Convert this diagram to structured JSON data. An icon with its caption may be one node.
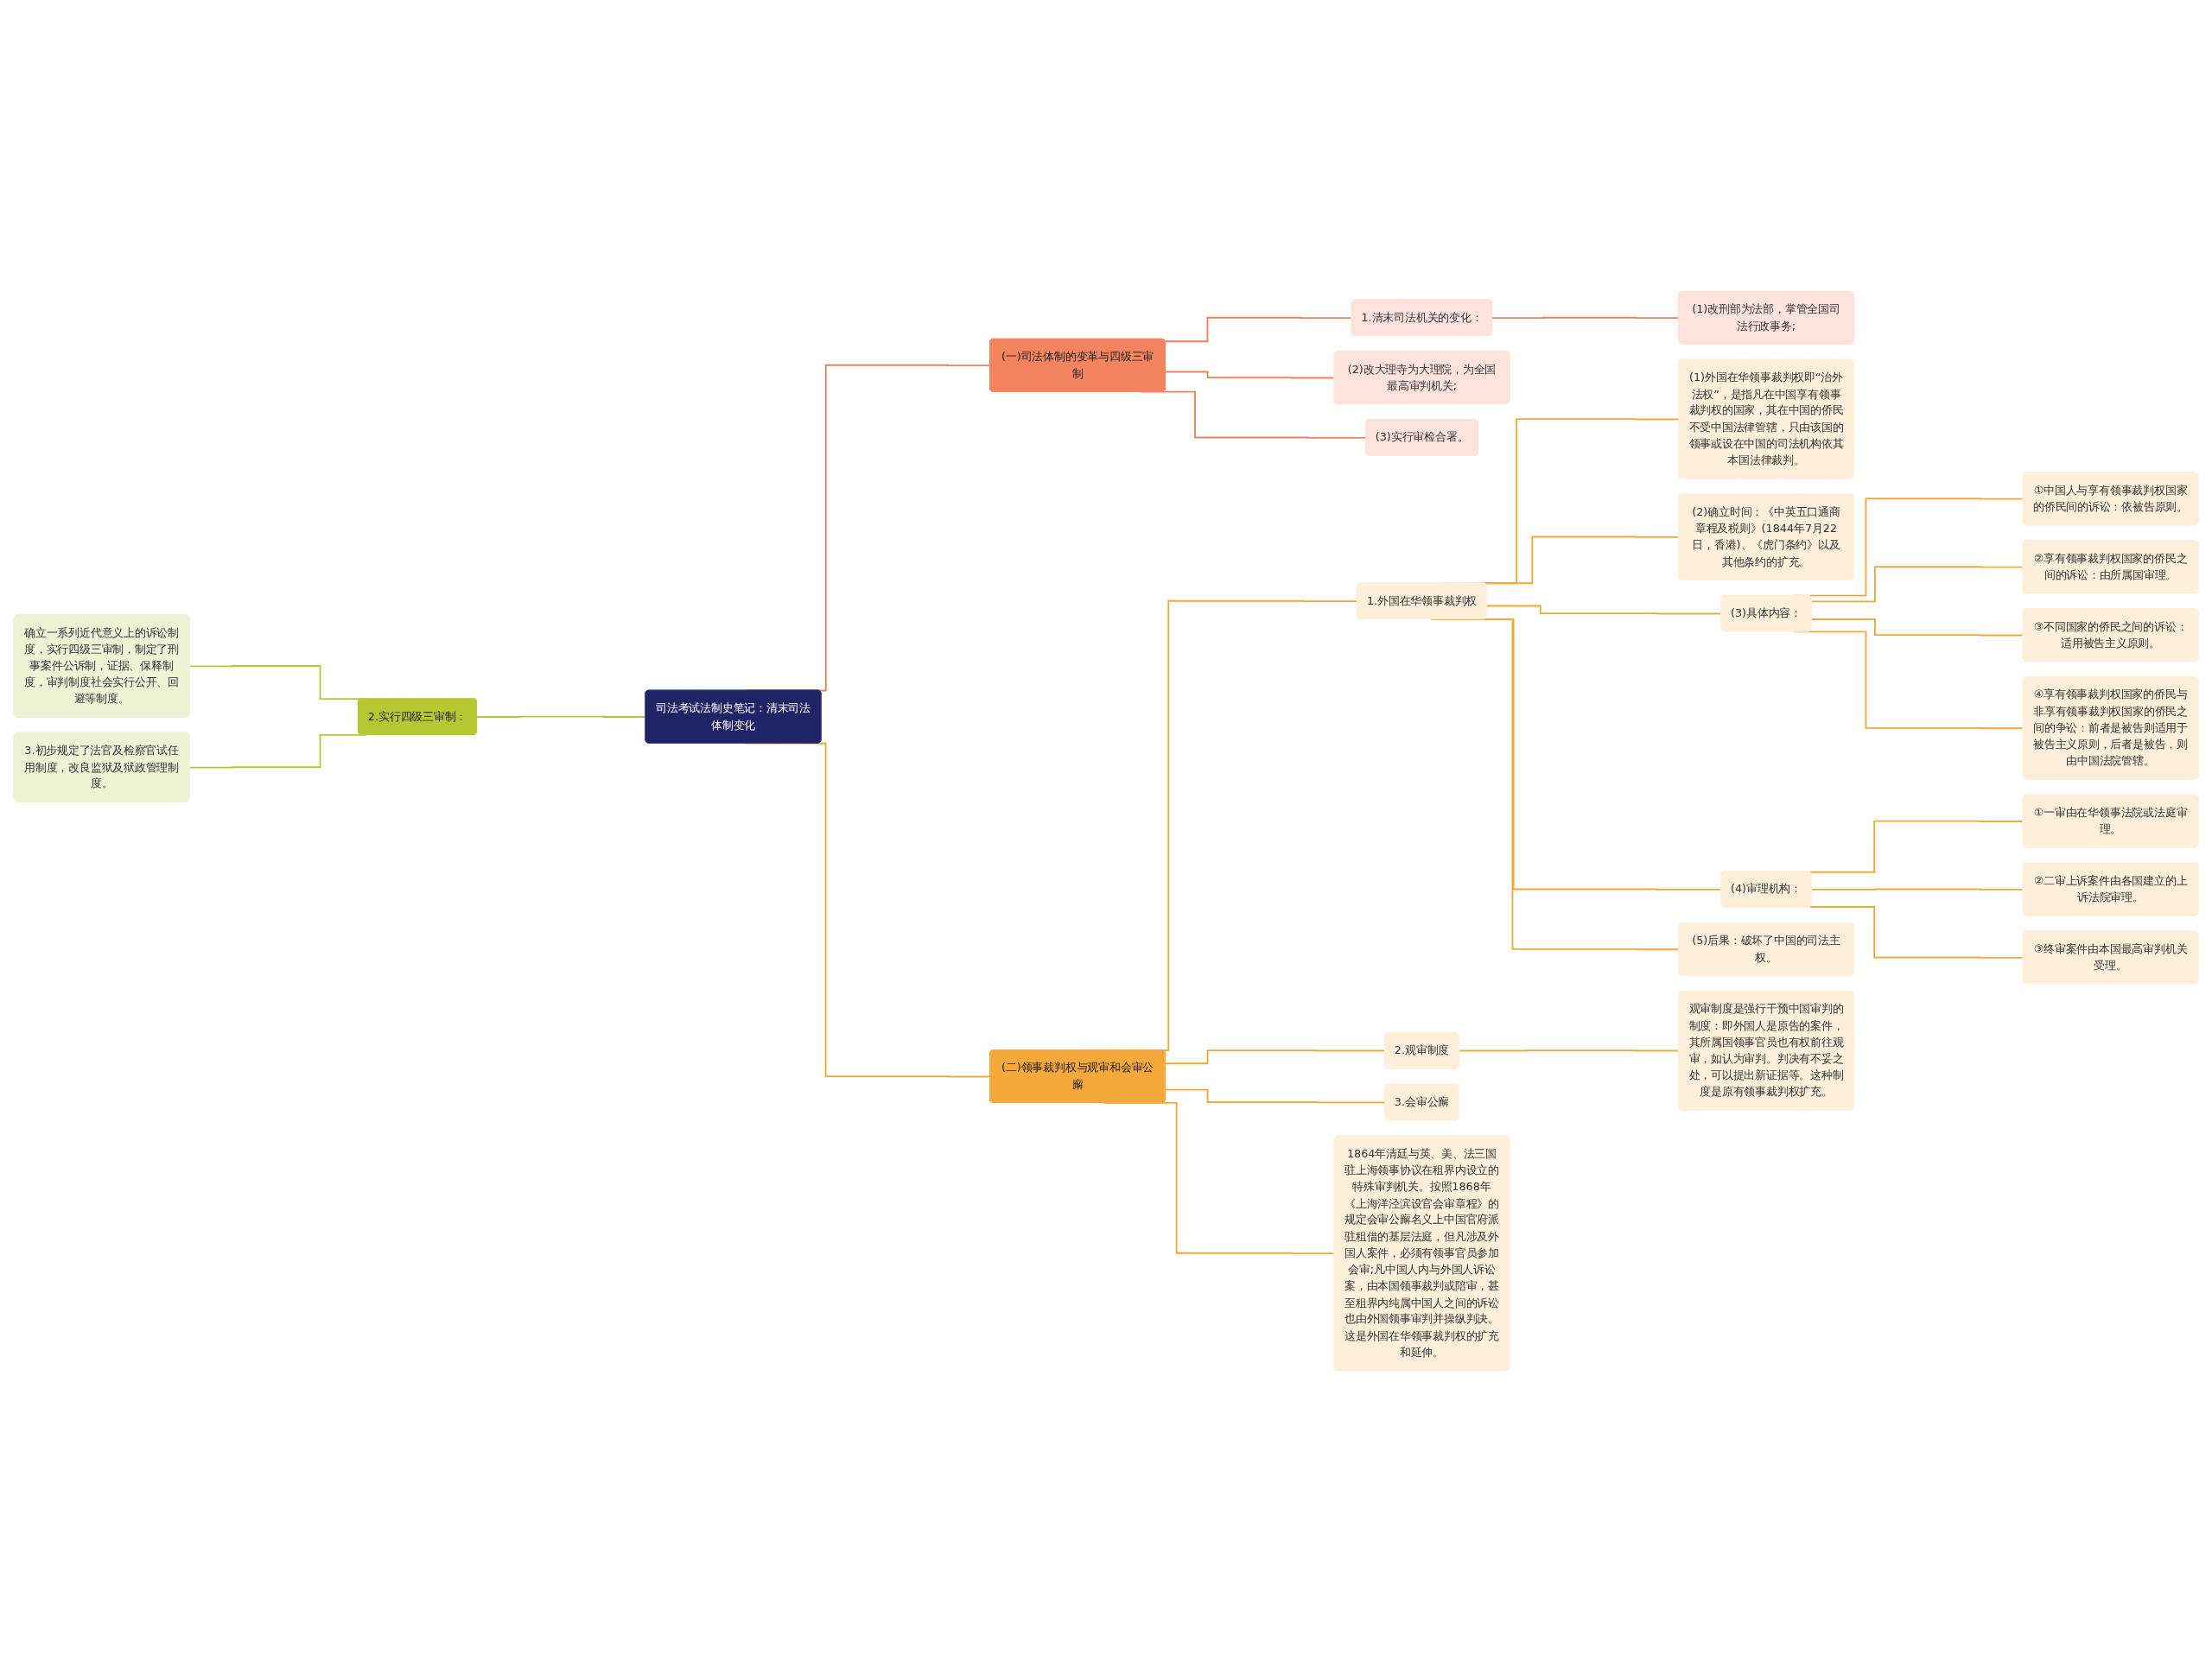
{
  "diagram": {
    "nodes": [
      {
        "text": [
          "司法考试法制史笔记：清末司法体制变化"
        ]
      },
      {
        "text": [
          "(一)司法体制的变革与四级三审制"
        ]
      },
      {
        "text": [
          "1.清末司法机关的变化："
        ]
      },
      {
        "text": [
          "(1)改刑部为法部，掌管全国司法行政事务;"
        ]
      },
      {
        "text": [
          "(2)改大理寺为大理院，为全国最高审判机关;"
        ]
      },
      {
        "text": [
          "(3)实行审检合署。"
        ]
      },
      {
        "text": [
          "(二)领事裁判权与观审和会审公廨"
        ]
      },
      {
        "text": [
          "1.外国在华领事裁判权"
        ]
      },
      {
        "text": [
          "(1)外国在华领事裁判权即“治外法权”，是指凡在中国享有领事裁判权的国家，其在中国的侨民不受中国法律管辖，只由该国的领事或设在中国的司法机构依其本国法律裁判。"
        ]
      },
      {
        "text": [
          "(2)确立时间：《中英五口通商章程及税则》(1844年7月22日，香港)、《虎门条约》以及其他条约的扩充。"
        ]
      },
      {
        "text": [
          "(3)具体内容："
        ]
      },
      {
        "text": [
          "①中国人与享有领事裁判权国家的侨民间的诉讼：依被告原则。"
        ]
      },
      {
        "text": [
          "②享有领事裁判权国家的侨民之间的诉讼：由所属国审理。"
        ]
      },
      {
        "text": [
          "③不同国家的侨民之间的诉讼：适用被告主义原则。"
        ]
      },
      {
        "text": [
          "④享有领事裁判权国家的侨民与非享有领事裁判权国家的侨民之间的争讼：前者是被告则适用于被告主义原则，后者是被告，则由中国法院管辖。"
        ]
      },
      {
        "text": [
          "(4)审理机构："
        ]
      },
      {
        "text": [
          "①一审由在华领事法院或法庭审理。"
        ]
      },
      {
        "text": [
          "②二审上诉案件由各国建立的上诉法院审理。"
        ]
      },
      {
        "text": [
          "③终审案件由本国最高审判机关受理。"
        ]
      },
      {
        "text": [
          "(5)后果：破坏了中国的司法主权。"
        ]
      },
      {
        "text": [
          "2.观审制度"
        ]
      },
      {
        "text": [
          "观审制度是强行干预中国审判的制度：即外国人是原告的案件，其所属国领事官员也有权前往观审，如认为审判。判决有不妥之处，可以提出新证据等。这种制度是原有领事裁判权扩充。"
        ]
      },
      {
        "text": [
          "3.会审公廨"
        ]
      },
      {
        "text": [
          "1864年清廷与英、美、法三国驻上海领事协议在租界内设立的特殊审判机关。按照1868年《上海洋泾滨设官会审章程》的规定会审公廨名义上中国官府派驻租借的基层法庭，但凡涉及外国人案件，必须有领事官员参加会审;凡中国人内与外国人诉讼案，由本国领事裁判或陪审，甚至租界内纯属中国人之间的诉讼也由外国领事审判并操纵判决。这是外国在华领事裁判权的扩充和延伸。"
        ]
      },
      {
        "text": [
          "2.实行四级三审制："
        ]
      },
      {
        "text": [
          "确立一系列近代意义上的诉讼制度，实行四级三审制，制定了刑事案件公诉制，证据、保释制度，审判制度社会实行公开、回避等制度。"
        ]
      },
      {
        "text": [
          "3.初步规定了法官及检察官试任用制度，改良监狱及狱政管理制度。"
        ]
      }
    ],
    "edges": [
      {
        "from": 0,
        "to": 1,
        "arrow": "none",
        "color": "#e8835e"
      },
      {
        "from": 1,
        "to": 2,
        "arrow": "none",
        "color": "#e8835e"
      },
      {
        "from": 2,
        "to": 3,
        "arrow": "none",
        "color": "#e8835e"
      },
      {
        "from": 1,
        "to": 4,
        "arrow": "none",
        "color": "#e8835e"
      },
      {
        "from": 1,
        "to": 5,
        "arrow": "none",
        "color": "#e8835e"
      },
      {
        "from": 0,
        "to": 6,
        "arrow": "none"
      },
      {
        "from": 6,
        "to": 7,
        "arrow": "none"
      },
      {
        "from": 7,
        "to": 8,
        "arrow": "none"
      },
      {
        "from": 7,
        "to": 9,
        "arrow": "none"
      },
      {
        "from": 7,
        "to": 10,
        "arrow": "none"
      },
      {
        "from": 10,
        "to": 11,
        "arrow": "none"
      },
      {
        "from": 10,
        "to": 12,
        "arrow": "none"
      },
      {
        "from": 10,
        "to": 13,
        "arrow": "none"
      },
      {
        "from": 10,
        "to": 14,
        "arrow": "none"
      },
      {
        "from": 7,
        "to": 15,
        "arrow": "none"
      },
      {
        "from": 15,
        "to": 16,
        "arrow": "none"
      },
      {
        "from": 15,
        "to": 17,
        "arrow": "none"
      },
      {
        "from": 15,
        "to": 18,
        "arrow": "none"
      },
      {
        "from": 7,
        "to": 19,
        "arrow": "none"
      },
      {
        "from": 6,
        "to": 20,
        "arrow": "none"
      },
      {
        "from": 20,
        "to": 21,
        "arrow": "none"
      },
      {
        "from": 6,
        "to": 22,
        "arrow": "none"
      },
      {
        "from": 6,
        "to": 23,
        "arrow": "none"
      },
      {
        "from": 0,
        "to": 24,
        "arrow": "none",
        "color": "#b5c832"
      },
      {
        "from": 24,
        "to": 25,
        "arrow": "none",
        "color": "#b5c832"
      },
      {
        "from": 24,
        "to": 26,
        "arrow": "none",
        "color": "#b5c832"
      }
    ]
  }
}
